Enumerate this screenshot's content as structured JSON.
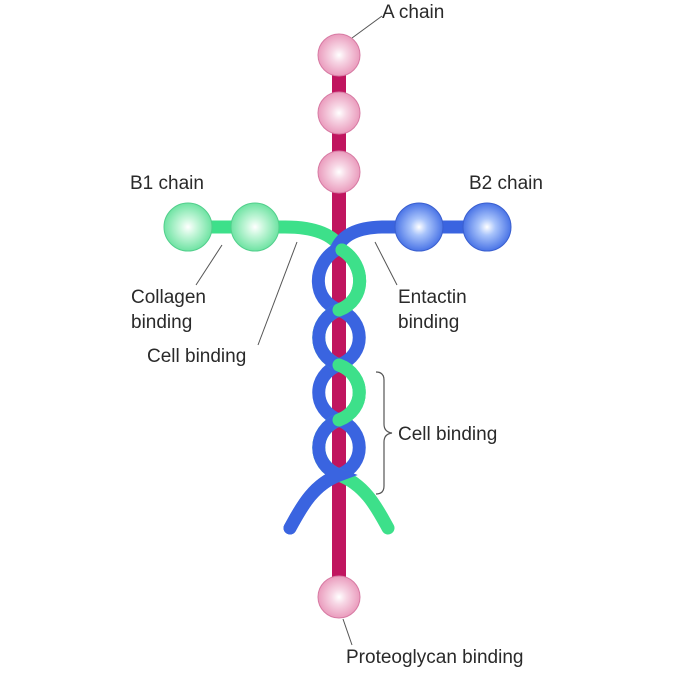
{
  "labels": {
    "a_chain": "A chain",
    "b1_chain": "B1 chain",
    "b2_chain": "B2 chain",
    "collagen_binding_line1": "Collagen",
    "collagen_binding_line2": "binding",
    "cell_binding_left": "Cell binding",
    "entactin_binding_line1": "Entactin",
    "entactin_binding_line2": "binding",
    "cell_binding_right": "Cell binding",
    "proteoglycan_binding": "Proteoglycan binding"
  },
  "colors": {
    "a_chain": "#c0155f",
    "b1_chain": "#3de08a",
    "b2_chain": "#3a64e0",
    "a_globule": "#f2b6cf",
    "b1_globule": "#a8f2c8",
    "b2_globule": "#6f9af5",
    "text": "#2a2a2a"
  }
}
